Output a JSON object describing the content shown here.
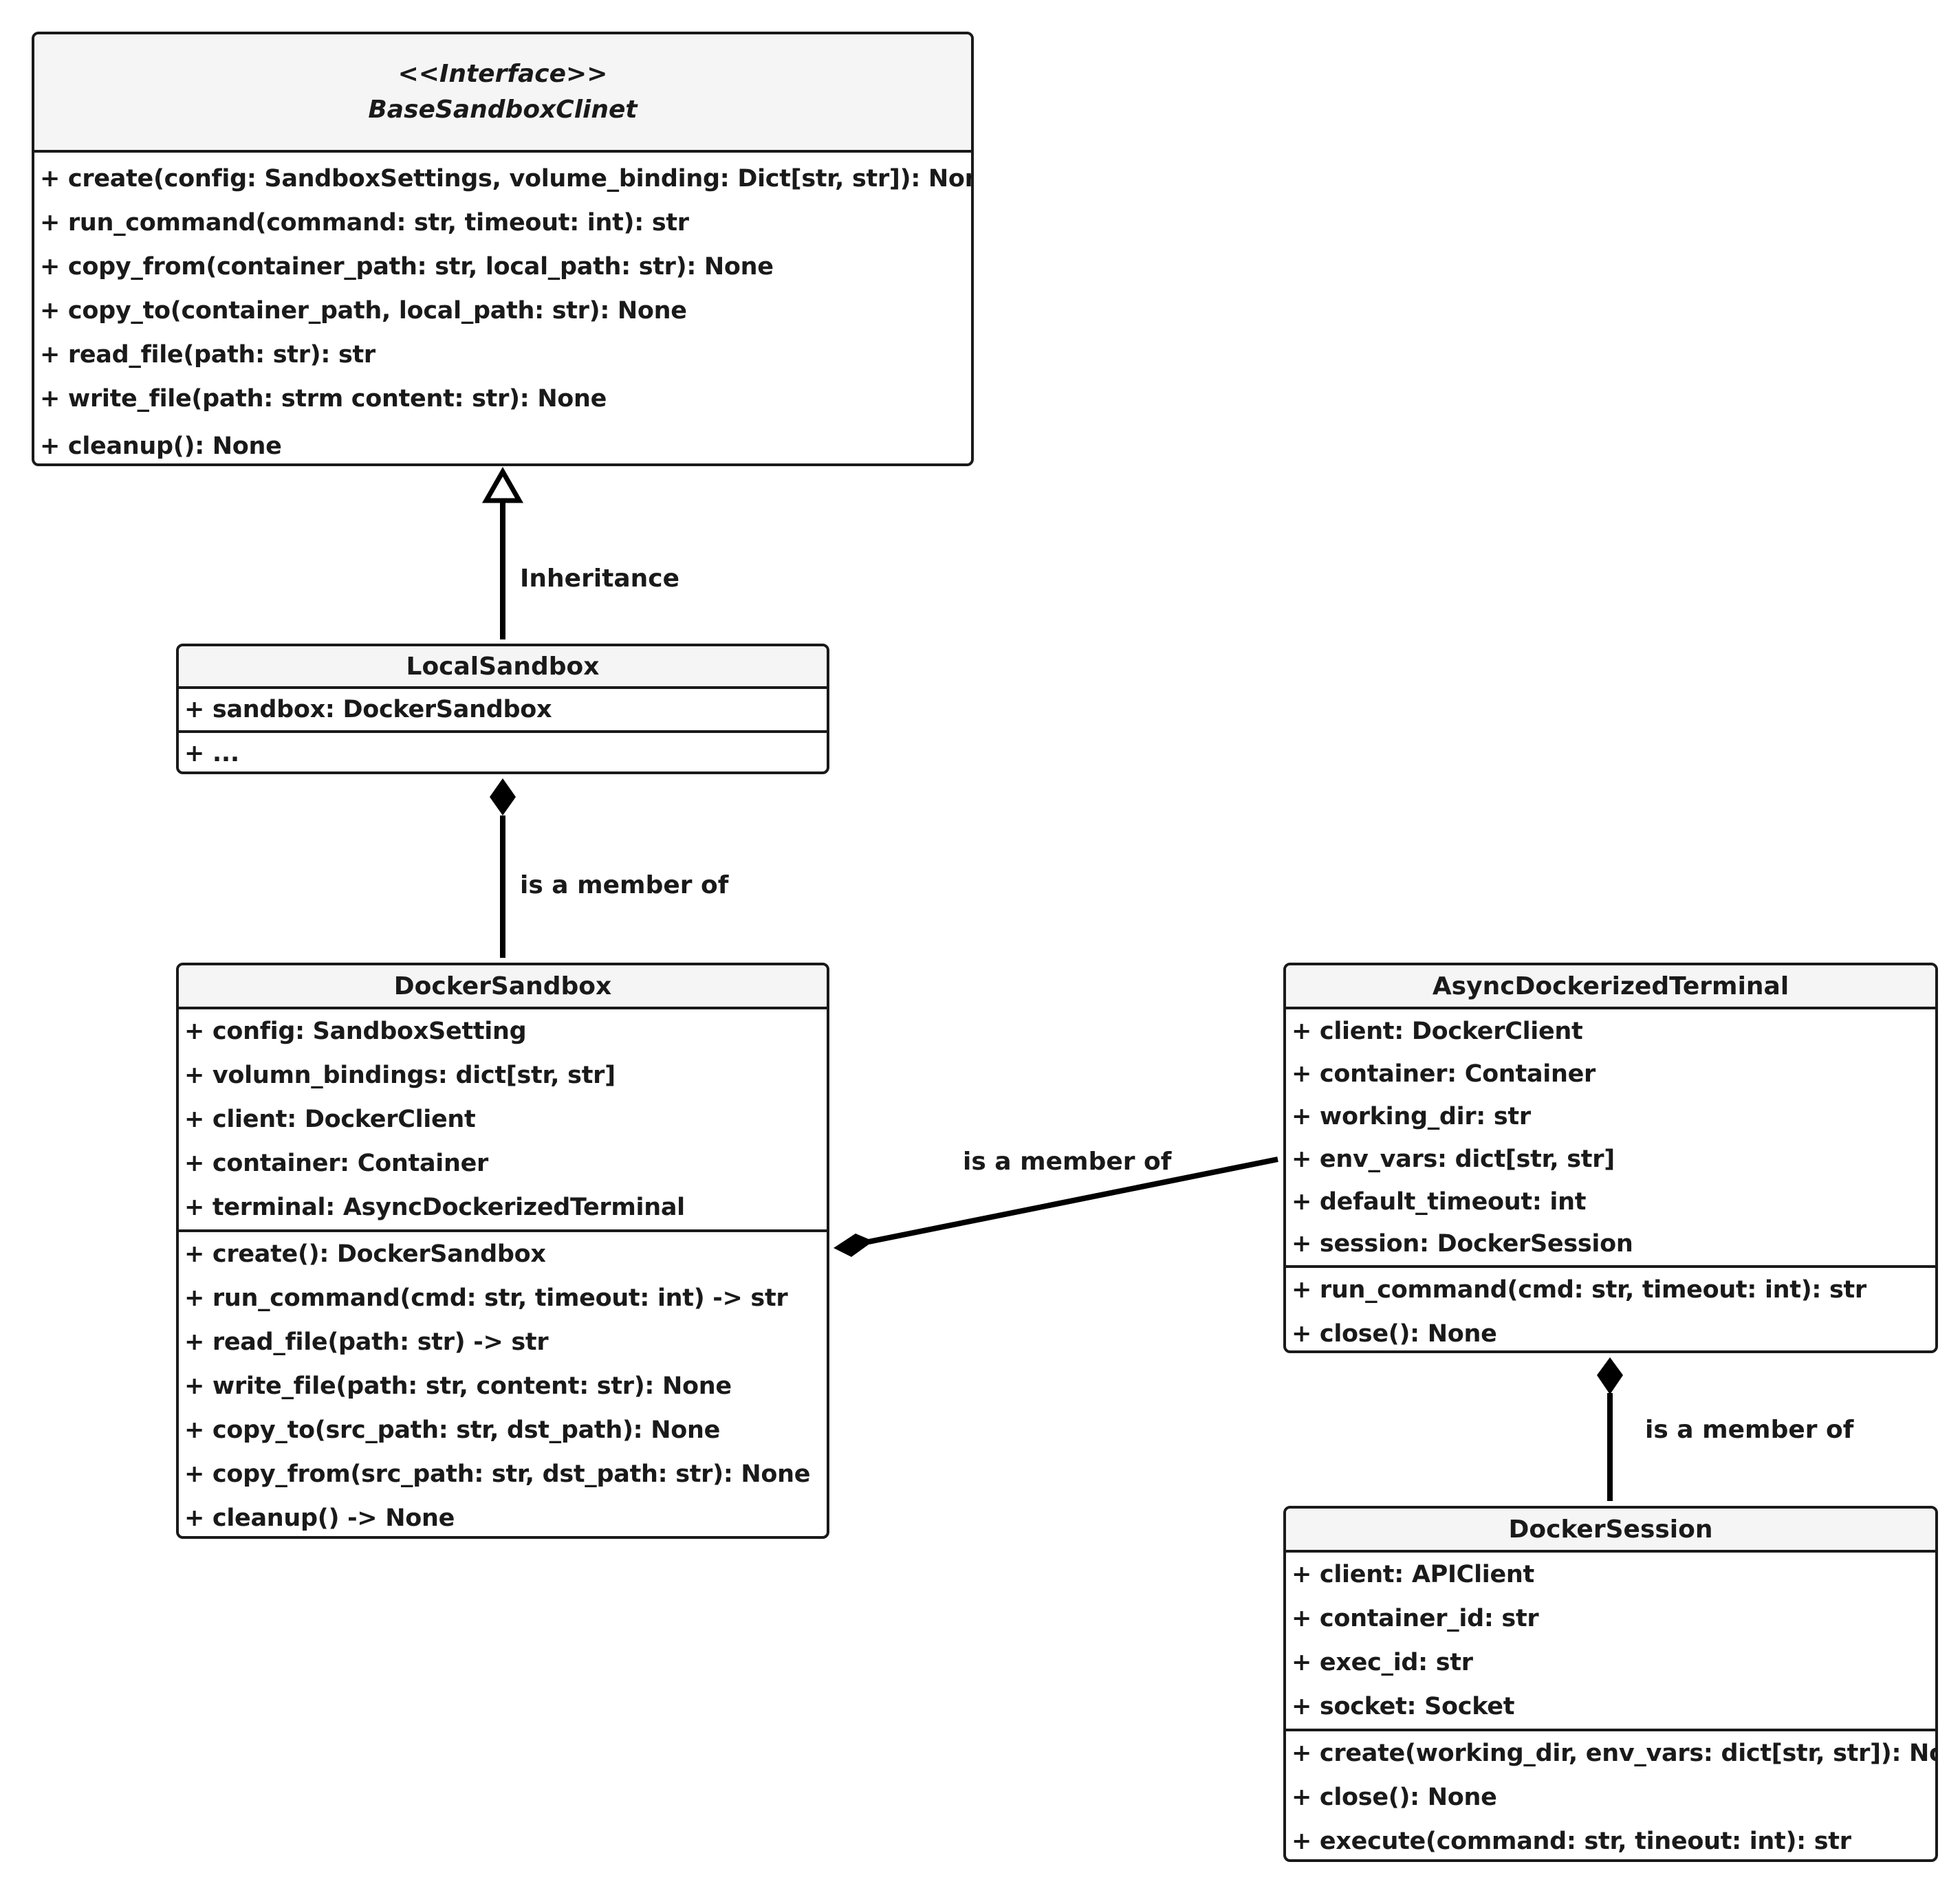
{
  "classes": {
    "base": {
      "stereotype": "<<Interface>>",
      "name": "BaseSandboxClinet",
      "methods": [
        "+ create(config: SandboxSettings, volume_binding: Dict[str, str]): None",
        "+ run_command(command: str, timeout: int): str",
        "+ copy_from(container_path: str, local_path: str): None",
        "+ copy_to(container_path, local_path: str): None",
        "+ read_file(path: str): str",
        "+ write_file(path: strm content: str): None",
        "+ cleanup(): None"
      ]
    },
    "local": {
      "name": "LocalSandbox",
      "attributes": [
        "+ sandbox: DockerSandbox"
      ],
      "methods": [
        "+ ..."
      ]
    },
    "docker": {
      "name": "DockerSandbox",
      "attributes": [
        "+ config: SandboxSetting",
        "+ volumn_bindings: dict[str, str]",
        "+ client: DockerClient",
        "+ container: Container",
        "+ terminal: AsyncDockerizedTerminal"
      ],
      "methods": [
        "+ create(): DockerSandbox",
        "+ run_command(cmd: str, timeout: int) -> str",
        "+ read_file(path: str) -> str",
        "+ write_file(path: str, content: str): None",
        "+ copy_to(src_path: str, dst_path): None",
        "+ copy_from(src_path: str, dst_path: str): None",
        "+ cleanup() -> None"
      ]
    },
    "terminal": {
      "name": "AsyncDockerizedTerminal",
      "attributes": [
        "+ client: DockerClient",
        "+ container: Container",
        "+ working_dir: str",
        "+ env_vars: dict[str, str]",
        "+ default_timeout: int",
        "+ session: DockerSession"
      ],
      "methods": [
        "+ run_command(cmd: str, timeout: int): str",
        "+ close(): None"
      ]
    },
    "session": {
      "name": "DockerSession",
      "attributes": [
        "+ client: APIClient",
        "+ container_id: str",
        "+ exec_id: str",
        "+ socket: Socket"
      ],
      "methods": [
        "+ create(working_dir, env_vars: dict[str, str]): None",
        "+ close(): None",
        "+ execute(command: str, tineout: int): str"
      ]
    }
  },
  "relations": [
    {
      "type": "inheritance",
      "label": "Inheritance"
    },
    {
      "type": "composition",
      "label": "is a member of"
    },
    {
      "type": "composition",
      "label": "is a member of"
    },
    {
      "type": "composition",
      "label": "is a member of"
    }
  ]
}
